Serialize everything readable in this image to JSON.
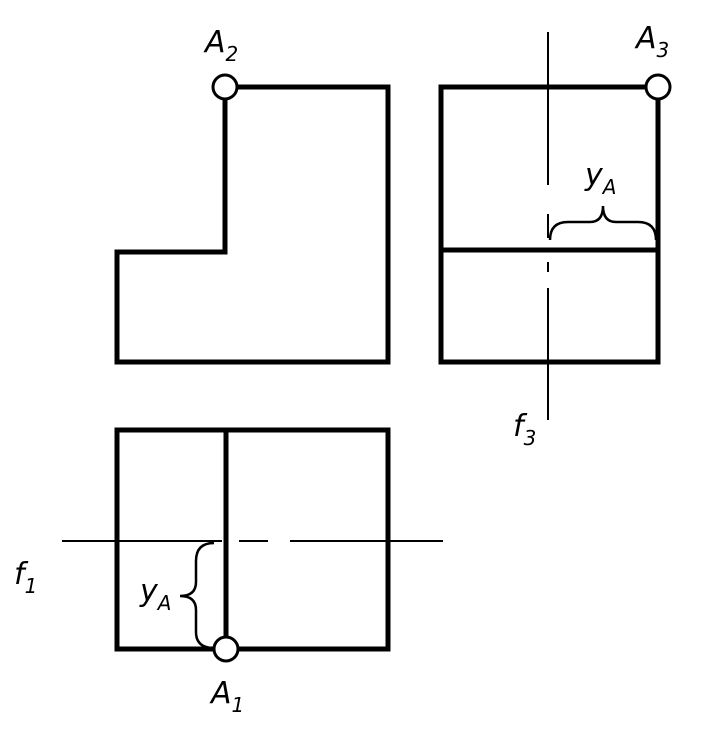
{
  "colors": {
    "line": "#000000",
    "background": "#ffffff"
  },
  "labels": {
    "a2": {
      "letter": "A",
      "index": "2"
    },
    "a3": {
      "letter": "A",
      "index": "3"
    },
    "a1": {
      "letter": "A",
      "index": "1"
    },
    "f1": {
      "letter": "f",
      "index": "1"
    },
    "f3": {
      "letter": "f",
      "index": "3"
    },
    "ya_top": {
      "letter": "y",
      "index": "A"
    },
    "ya_bottom": {
      "letter": "y",
      "index": "A"
    }
  }
}
